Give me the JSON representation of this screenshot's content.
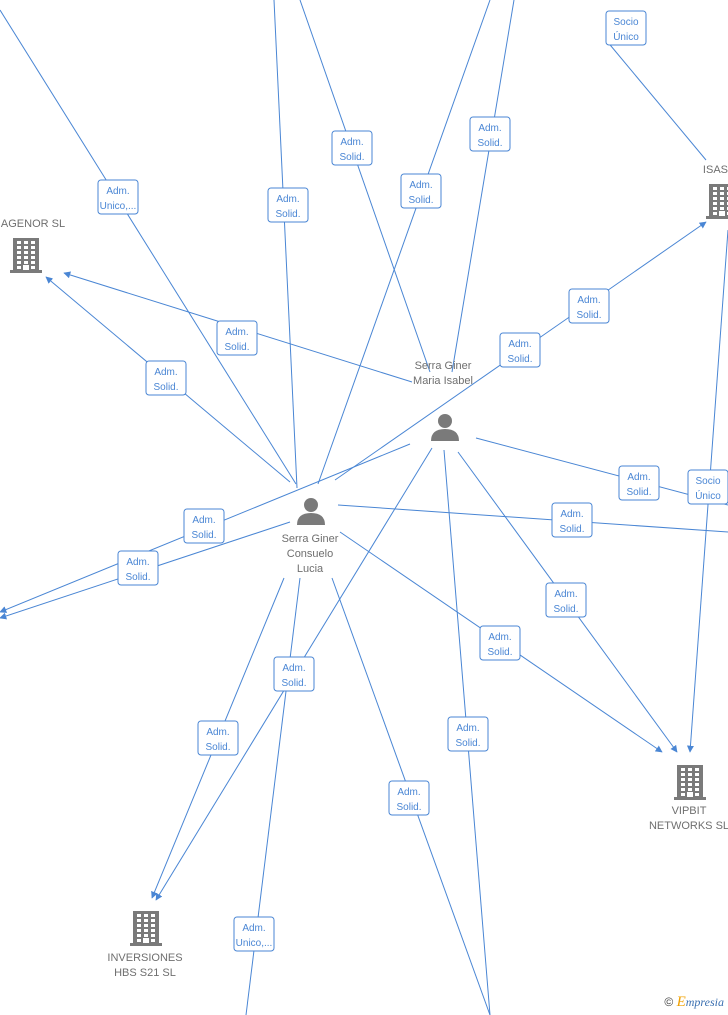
{
  "nodes": [
    {
      "id": "agenor",
      "type": "company",
      "lines": [
        "AGENOR SL"
      ]
    },
    {
      "id": "isas",
      "type": "company",
      "lines": [
        "ISAS"
      ]
    },
    {
      "id": "vipbit",
      "type": "company",
      "lines": [
        "VIPBIT",
        "NETWORKS SL"
      ]
    },
    {
      "id": "inversiones",
      "type": "company",
      "lines": [
        "INVERSIONES",
        "HBS S21 SL"
      ]
    },
    {
      "id": "maria",
      "type": "person",
      "lines": [
        "Serra Giner",
        "Maria Isabel"
      ]
    },
    {
      "id": "consuelo",
      "type": "person",
      "lines": [
        "Serra Giner",
        "Consuelo",
        "Lucia"
      ]
    }
  ],
  "edge_labels": [
    [
      "Socio",
      "Único"
    ],
    [
      "Adm.",
      "Solid."
    ],
    [
      "Adm.",
      "Solid."
    ],
    [
      "Adm.",
      "Solid."
    ],
    [
      "Adm.",
      "Unico,..."
    ],
    [
      "Adm.",
      "Solid."
    ],
    [
      "Adm.",
      "Solid."
    ],
    [
      "Adm.",
      "Solid."
    ],
    [
      "Adm.",
      "Solid."
    ],
    [
      "Adm.",
      "Solid."
    ],
    [
      "Adm.",
      "Solid."
    ],
    [
      "Socio",
      "Único"
    ],
    [
      "Adm.",
      "Solid."
    ],
    [
      "Adm.",
      "Solid."
    ],
    [
      "Adm.",
      "Solid."
    ],
    [
      "Adm.",
      "Solid."
    ],
    [
      "Adm.",
      "Solid."
    ],
    [
      "Adm.",
      "Solid."
    ],
    [
      "Adm.",
      "Solid."
    ],
    [
      "Adm.",
      "Solid."
    ],
    [
      "Adm.",
      "Solid."
    ],
    [
      "Adm.",
      "Unico,..."
    ]
  ],
  "colors": {
    "edge": "#4a86d4",
    "icon": "#7a7a7a",
    "label": "#6f6f6f"
  },
  "watermark": {
    "symbol": "©",
    "brand_first": "E",
    "brand_rest": "mpresia"
  }
}
